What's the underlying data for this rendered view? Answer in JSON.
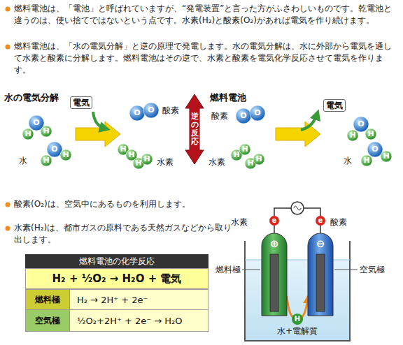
{
  "diagram": {
    "nodes": [
      {
        "text": [
          "逆の反応"
        ]
      },
      {
        "text": [
          "⊕",
          "燃料極"
        ]
      },
      {
        "text": [
          "⊖",
          "空気極"
        ]
      }
    ],
    "edges": [
      {
        "from": 1,
        "to": 2,
        "arrow": "to",
        "label": "H"
      },
      {
        "from": 1,
        "to": 2,
        "arrow": "none",
        "label": "e"
      }
    ],
    "labels": [
      "燃料電池は、「電池」と呼ばれていますが、“発電装置”と言った方がふさわしいものです。乾電池と違うのは、使い捨てではないという点です。水素(H₂)と酸素(O₂)があれば電気を作り続けます。",
      "燃料電池は、「水の電気分解」と逆の原理で発電します。水の電気分解は、水に外部から電気を通して水素と酸素に分解します。燃料電池はその逆で、水素と酸素を電気化学反応させて電気を作ります。",
      "水の電気分解",
      "電気",
      "酸素",
      "水素",
      "水",
      "O",
      "H",
      "H",
      "O",
      "H",
      "H",
      "O",
      "O",
      "H",
      "H",
      "H",
      "H",
      "燃料電池",
      "電気",
      "酸素",
      "水素",
      "水",
      "O",
      "O",
      "H",
      "H",
      "H",
      "H",
      "O",
      "H",
      "H",
      "O",
      "H",
      "H",
      "酸素(O₂)は、空気中にあるものを利用します。",
      "水素(H₂)は、都市ガスの原料である天然ガスなどから取り出します。",
      "燃料電池の化学反応",
      "H₂ + ½O₂ → H₂O + 電気",
      "燃料極",
      "H₂ → 2H⁺ + 2e⁻",
      "空気極",
      "½O₂+2H⁺ + 2e⁻ → H₂O",
      "水素",
      "酸素",
      "e",
      "水+電解質"
    ]
  }
}
